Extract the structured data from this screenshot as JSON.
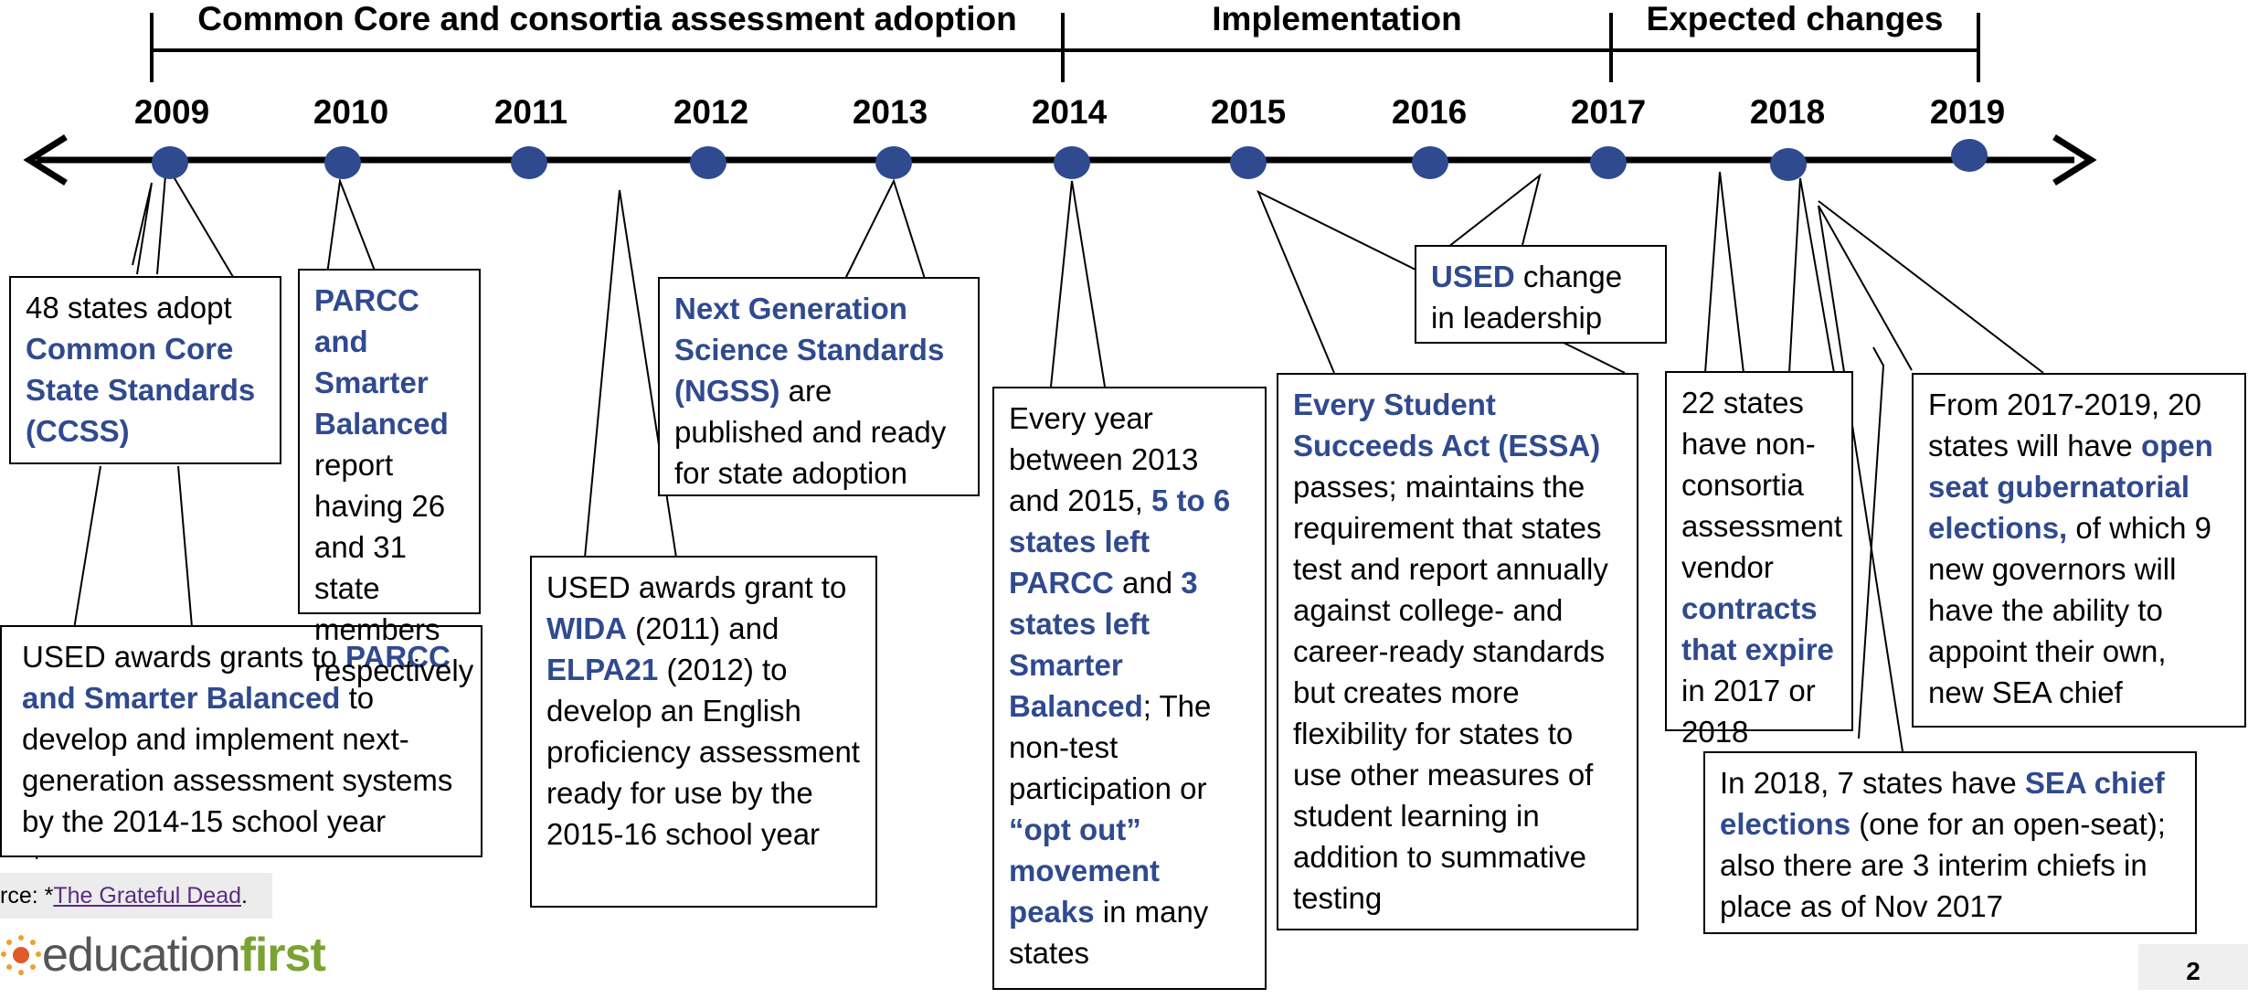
{
  "phases": [
    {
      "label": "Common Core and consortia assessment adoption"
    },
    {
      "label": "Implementation"
    },
    {
      "label": "Expected changes"
    }
  ],
  "years": [
    "2009",
    "2010",
    "2011",
    "2012",
    "2013",
    "2014",
    "2015",
    "2016",
    "2017",
    "2018",
    "2019"
  ],
  "events": {
    "e1": [
      "48 states adopt ",
      "Common Core State Standards (CCSS)"
    ],
    "e2": [
      "USED awards grants to ",
      "PARCC and Smarter Balanced",
      " to develop and implement next-generation assessment systems by the 2014-15 school year"
    ],
    "e3": [
      "PARCC and Smarter Balanced",
      " report having 26 and 31 state members respectively"
    ],
    "e4": [
      "USED awards grant to ",
      "WIDA",
      " (2011) and ",
      "ELPA21",
      " (2012) to develop an English proficiency assessment ready for use by the 2015-16 school year"
    ],
    "e5": [
      "Next Generation Science Standards (NGSS)",
      " are published and ready for state adoption"
    ],
    "e6": [
      "Every year between 2013 and 2015, ",
      "5 to 6 states left PARCC",
      " and ",
      "3 states left Smarter Balanced",
      "; The non-test participation or ",
      "“opt out” movement peaks",
      " in many states"
    ],
    "e7": [
      "Every Student Succeeds Act (ESSA)",
      " passes; maintains the requirement that states test and report annually against college- and career-ready standards but creates more flexibility for states to use other measures of student learning in addition to summative testing"
    ],
    "e8": [
      "USED",
      " change in leadership"
    ],
    "e9": [
      "22 states have non-consortia assessment vendor ",
      "contracts that expire",
      " in 2017 or 2018"
    ],
    "e10": [
      "In 2018, 7 states have ",
      "SEA chief elections",
      " (one for an open-seat); also there are 3 interim chiefs in place as of Nov 2017"
    ],
    "e11": [
      "From 2017-2019, 20 states will have ",
      "open seat gubernatorial elections,",
      " of which 9 new governors will have the ability to appoint their own, new SEA chief"
    ]
  },
  "footer": {
    "source_prefix": "rce: *",
    "source_link": "The Grateful Dead",
    "source_suffix": ".",
    "logo_plain": "education",
    "logo_bold": "first",
    "page_number": "2"
  },
  "colors": {
    "highlight": "#2f4a8f",
    "dot": "#2f4a8f",
    "logo_accent": "#7aa332"
  }
}
